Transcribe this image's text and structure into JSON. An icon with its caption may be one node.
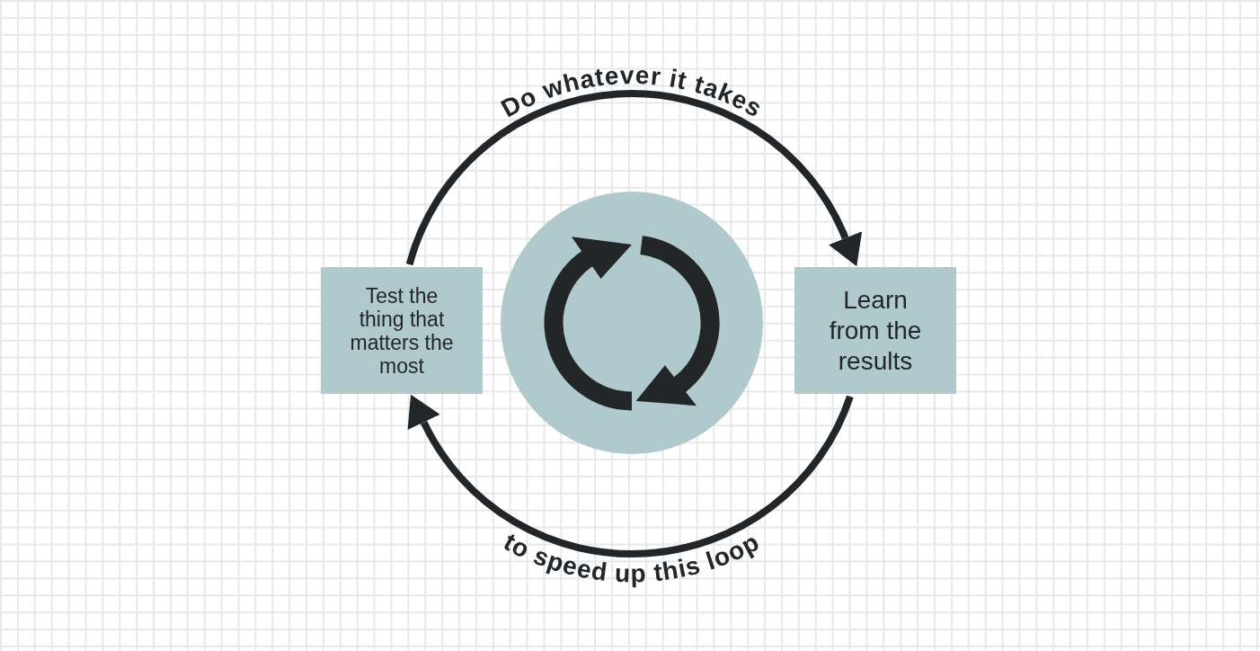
{
  "diagram": {
    "nodes": [
      {
        "text": [
          "Test the thing that matters the most"
        ]
      },
      {
        "text": [],
        "shape": "circle"
      },
      {
        "text": [
          "Learn from the results"
        ]
      }
    ],
    "edges": [
      {
        "from": 0,
        "to": 2,
        "arrow": "to",
        "label": "Do whatever it takes"
      },
      {
        "from": 2,
        "to": 0,
        "arrow": "to",
        "label": "to speed up this loop"
      }
    ]
  }
}
